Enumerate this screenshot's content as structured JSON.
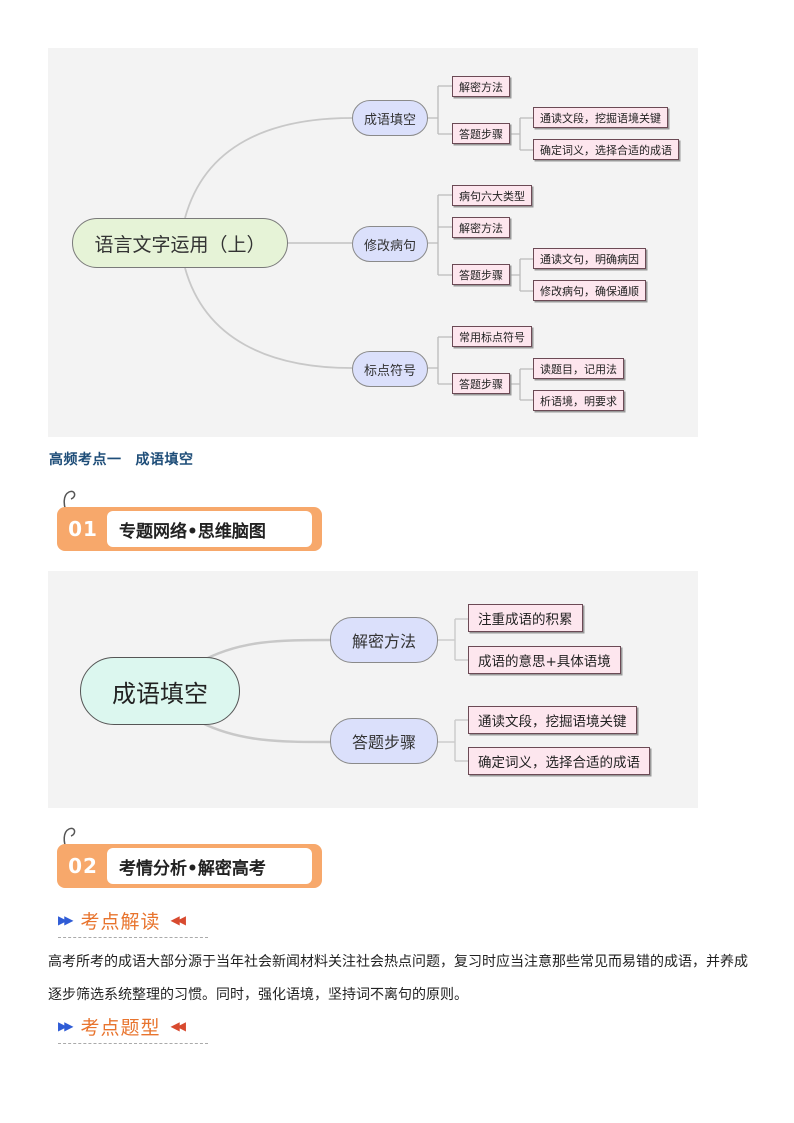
{
  "mindmap1": {
    "root": "语言文字运用（上）",
    "branches": [
      {
        "label": "成语填空",
        "leaves": [
          "解密方法",
          "答题步骤"
        ],
        "steps": [
          "通读文段，挖掘语境关键",
          "确定词义，选择合适的成语"
        ]
      },
      {
        "label": "修改病句",
        "leaves": [
          "病句六大类型",
          "解密方法",
          "答题步骤"
        ],
        "steps": [
          "通读文句，明确病因",
          "修改病句，确保通顺"
        ]
      },
      {
        "label": "标点符号",
        "leaves": [
          "常用标点符号",
          "答题步骤"
        ],
        "steps": [
          "读题目，记用法",
          "析语境，明要求"
        ]
      }
    ]
  },
  "highlight": {
    "part1": "高频考点一",
    "part2": "成语填空"
  },
  "banner1": {
    "num": "01",
    "title": "专题网络•思维脑图"
  },
  "mindmap2": {
    "root": "成语填空",
    "branches": [
      {
        "label": "解密方法",
        "leaves": [
          "注重成语的积累",
          "成语的意思+具体语境"
        ]
      },
      {
        "label": "答题步骤",
        "leaves": [
          "通读文段，挖掘语境关键",
          "确定词义，选择合适的成语"
        ]
      }
    ]
  },
  "banner2": {
    "num": "02",
    "title": "考情分析•解密高考"
  },
  "section1": {
    "title": "考点解读"
  },
  "paragraph": "高考所考的成语大部分源于当年社会新闻材料关注社会热点问题，复习时应当注意那些常见而易错的成语，并养成逐步筛选系统整理的习惯。同时，强化语境，坚持词不离句的原则。",
  "section2": {
    "title": "考点题型"
  },
  "colors": {
    "accent": "#e8742e",
    "banner": "#f7a86b",
    "triangle_blue": "#2f5cd6",
    "triangle_red": "#d84a2f"
  }
}
